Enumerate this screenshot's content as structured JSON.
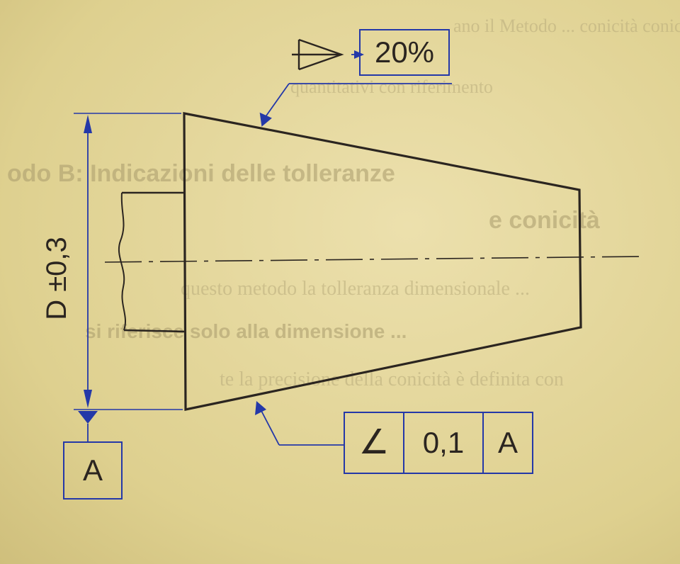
{
  "colors": {
    "paper": "#e6d9a4",
    "outline": "#2b2520",
    "annotation_blue": "#2438a8",
    "ghost_text": "#b9ac7c"
  },
  "drawing": {
    "conicity_symbol": "conicity-triangle-icon",
    "conicity_value": "20%",
    "diameter_dimension": "D ±0,3",
    "datum_letter": "A",
    "tolerance_frame": {
      "symbol": "∠",
      "value": "0,1",
      "datum": "A"
    }
  },
  "background_text": {
    "line1": "ano il Metodo ... conicità conico e",
    "line2": "quantitativi con riferimento",
    "heading1": "odo B: Indicazioni delle tolleranze",
    "heading2": "e conicità",
    "body1": "questo metodo la tolleranza dimensionale ...",
    "body2": "si riferisce solo alla dimensione ...",
    "body3": "te la precisione della conicità è definita con"
  }
}
